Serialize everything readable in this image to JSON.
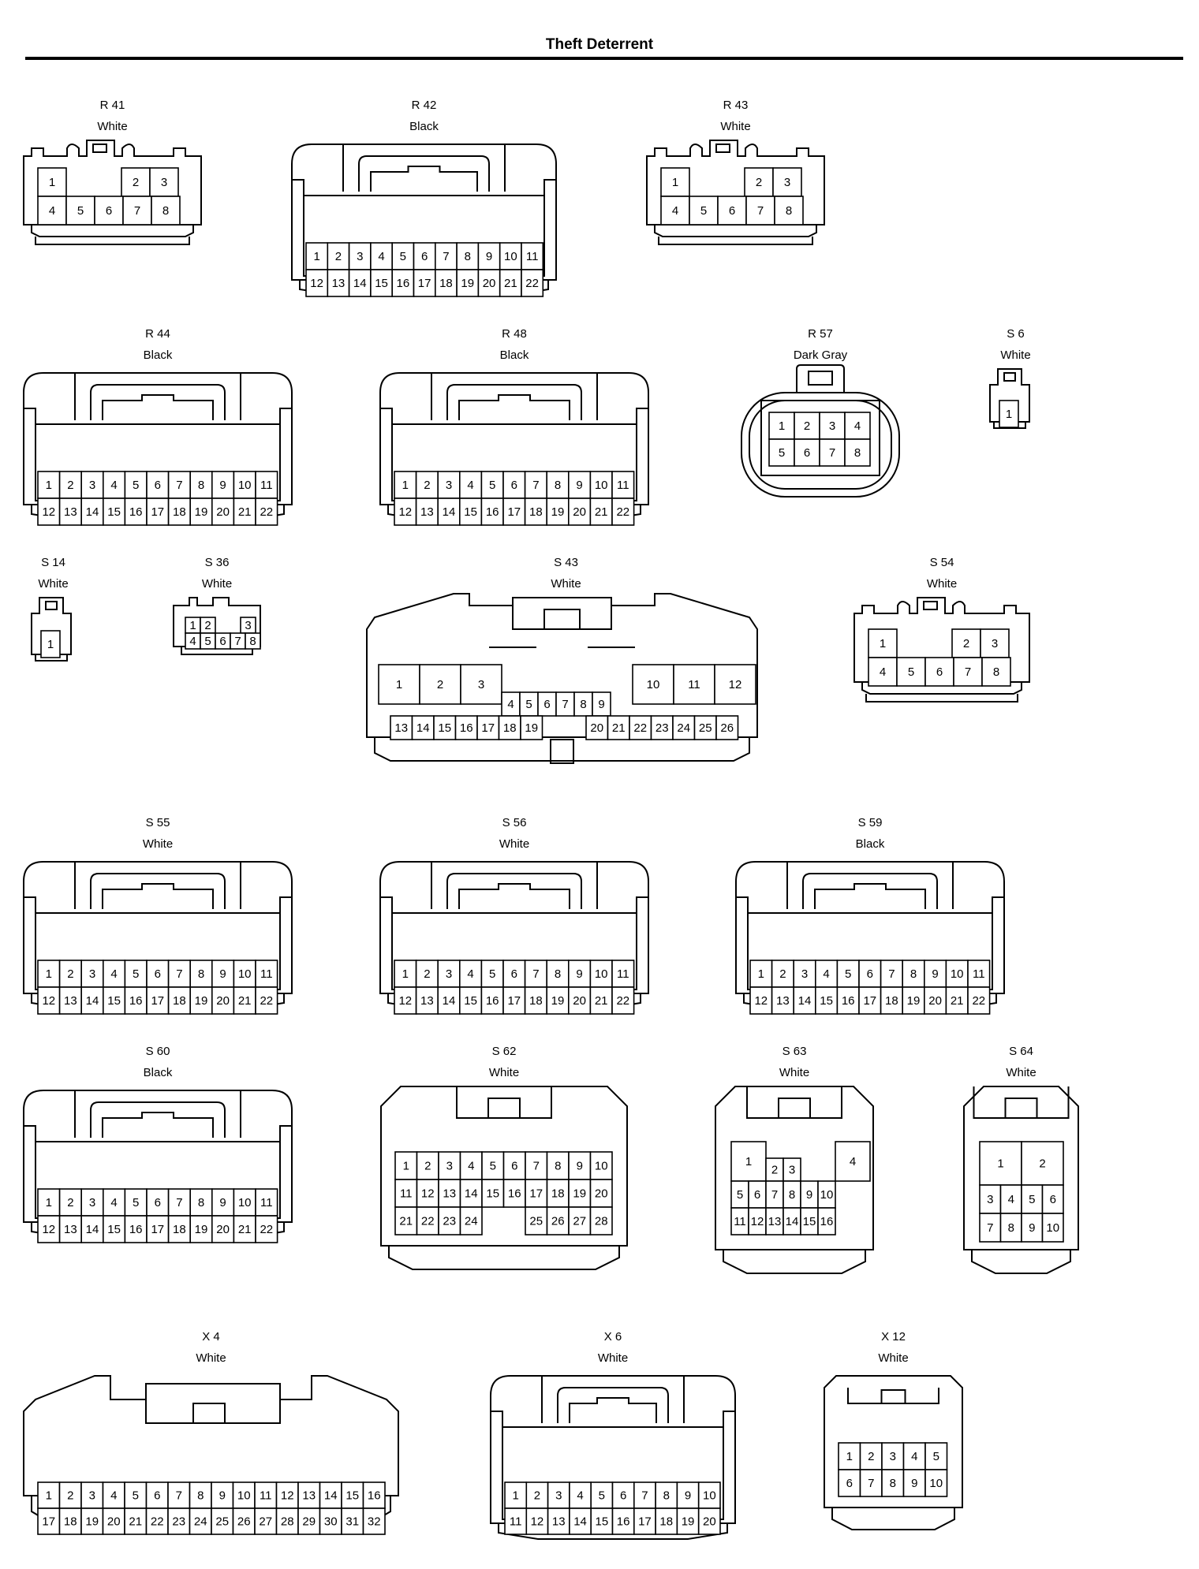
{
  "page": {
    "title": "Theft Deterrent"
  },
  "connectors": [
    {
      "id": "R 41",
      "color": "White"
    },
    {
      "id": "R 42",
      "color": "Black"
    },
    {
      "id": "R 43",
      "color": "White"
    },
    {
      "id": "R 44",
      "color": "Black"
    },
    {
      "id": "R 48",
      "color": "Black"
    },
    {
      "id": "R 57",
      "color": "Dark Gray"
    },
    {
      "id": "S 6",
      "color": "White"
    },
    {
      "id": "S 14",
      "color": "White"
    },
    {
      "id": "S 36",
      "color": "White"
    },
    {
      "id": "S 43",
      "color": "White"
    },
    {
      "id": "S 54",
      "color": "White"
    },
    {
      "id": "S 55",
      "color": "White"
    },
    {
      "id": "S 56",
      "color": "White"
    },
    {
      "id": "S 59",
      "color": "Black"
    },
    {
      "id": "S 60",
      "color": "Black"
    },
    {
      "id": "S 62",
      "color": "White"
    },
    {
      "id": "S 63",
      "color": "White"
    },
    {
      "id": "S 64",
      "color": "White"
    },
    {
      "id": "X 4",
      "color": "White"
    },
    {
      "id": "X 6",
      "color": "White"
    },
    {
      "id": "X 12",
      "color": "White"
    }
  ]
}
